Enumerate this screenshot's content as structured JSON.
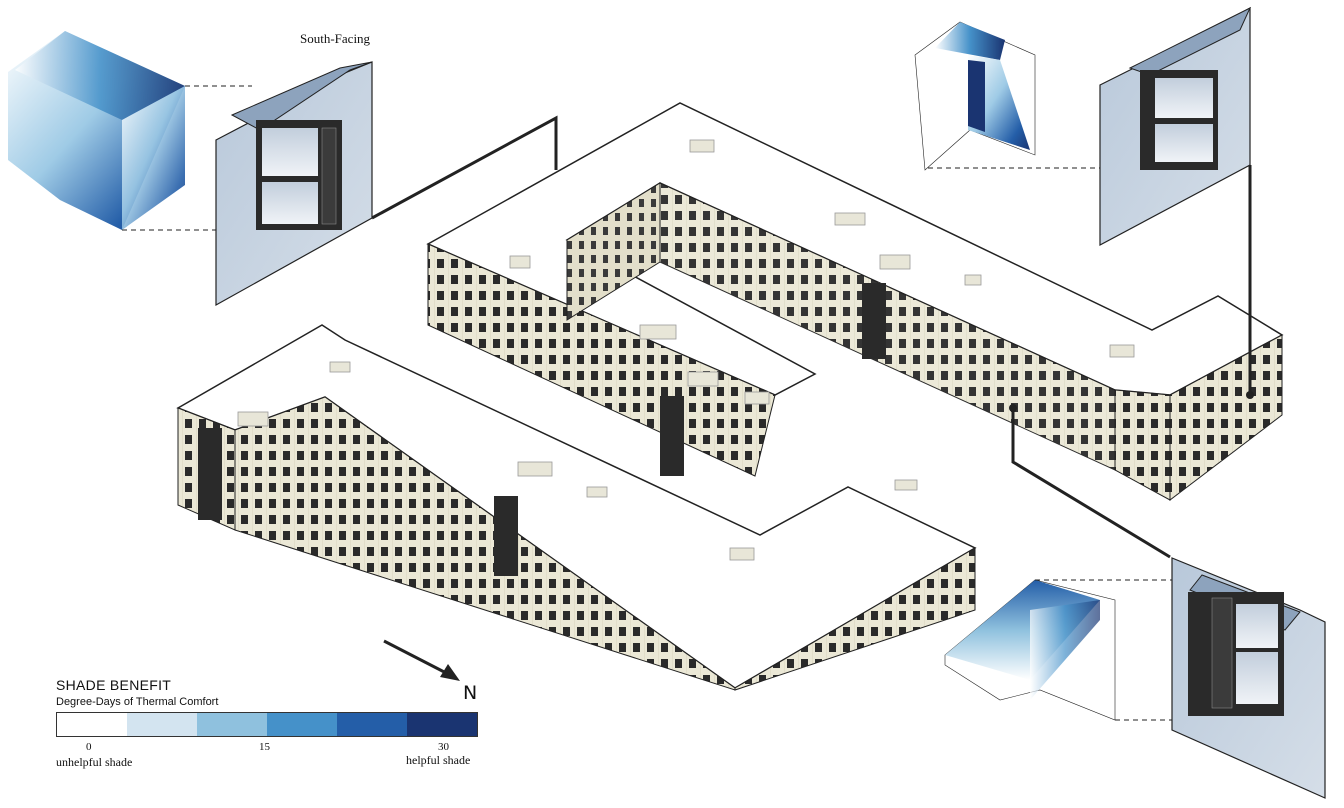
{
  "annotations": {
    "south_facing": "South-Facing",
    "north_label": "N"
  },
  "legend": {
    "title": "SHADE BENEFIT",
    "subtitle": "Degree-Days of Thermal Comfort",
    "ticks": [
      "0",
      "15",
      "30"
    ],
    "left_caption": "unhelpful shade",
    "right_caption": "helpful shade",
    "colors": [
      "#ffffff",
      "#d3e4f0",
      "#8fc1de",
      "#4591c9",
      "#245ea8",
      "#1a3471"
    ]
  },
  "colors": {
    "building_facade": "#ebe8d6",
    "roof": "#ffffff",
    "window": "#1e1e1e",
    "wall_panel": "#c9d5e2",
    "glass": "#dfe6ee",
    "shade_dark": "#1a3471"
  }
}
